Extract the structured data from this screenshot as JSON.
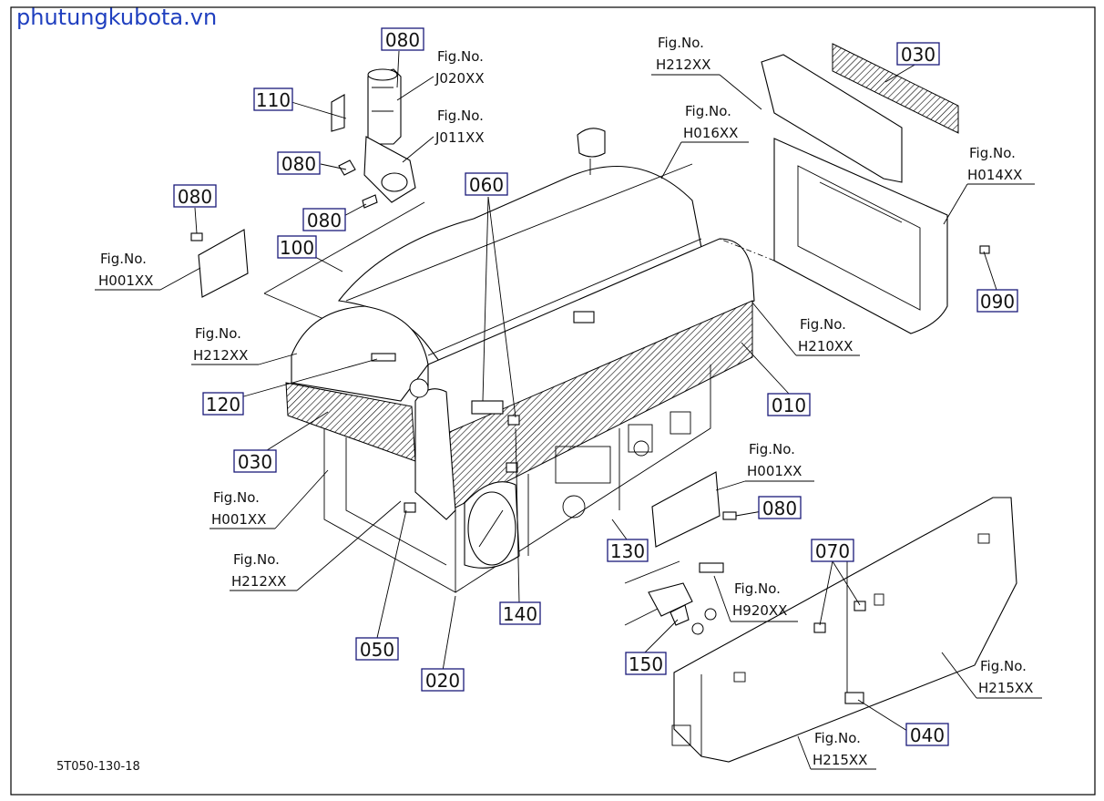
{
  "watermark": "phutungkubota.vn",
  "document_code": "5T050-130-18",
  "callouts": [
    {
      "id": "c080a",
      "label": "080"
    },
    {
      "id": "c110",
      "label": "110"
    },
    {
      "id": "c080b",
      "label": "080"
    },
    {
      "id": "c080c",
      "label": "080"
    },
    {
      "id": "c080d",
      "label": "080"
    },
    {
      "id": "c100",
      "label": "100"
    },
    {
      "id": "c060",
      "label": "060"
    },
    {
      "id": "c030a",
      "label": "030"
    },
    {
      "id": "c090",
      "label": "090"
    },
    {
      "id": "c120",
      "label": "120"
    },
    {
      "id": "c010",
      "label": "010"
    },
    {
      "id": "c030b",
      "label": "030"
    },
    {
      "id": "c080e",
      "label": "080"
    },
    {
      "id": "c130",
      "label": "130"
    },
    {
      "id": "c070",
      "label": "070"
    },
    {
      "id": "c140",
      "label": "140"
    },
    {
      "id": "c150",
      "label": "150"
    },
    {
      "id": "c050",
      "label": "050"
    },
    {
      "id": "c020",
      "label": "020"
    },
    {
      "id": "c040",
      "label": "040"
    }
  ],
  "fig_refs": [
    {
      "id": "f1",
      "line1": "Fig.No.",
      "line2": "J020XX"
    },
    {
      "id": "f2",
      "line1": "Fig.No.",
      "line2": "J011XX"
    },
    {
      "id": "f3",
      "line1": "Fig.No.",
      "line2": "H001XX"
    },
    {
      "id": "f4",
      "line1": "Fig.No.",
      "line2": "H212XX"
    },
    {
      "id": "f5",
      "line1": "Fig.No.",
      "line2": "H016XX"
    },
    {
      "id": "f6",
      "line1": "Fig.No.",
      "line2": "H014XX"
    },
    {
      "id": "f7",
      "line1": "Fig.No.",
      "line2": "H212XX"
    },
    {
      "id": "f8",
      "line1": "Fig.No.",
      "line2": "H210XX"
    },
    {
      "id": "f9",
      "line1": "Fig.No.",
      "line2": "H001XX"
    },
    {
      "id": "f10",
      "line1": "Fig.No.",
      "line2": "H001XX"
    },
    {
      "id": "f11",
      "line1": "Fig.No.",
      "line2": "H212XX"
    },
    {
      "id": "f12",
      "line1": "Fig.No.",
      "line2": "H920XX"
    },
    {
      "id": "f13",
      "line1": "Fig.No.",
      "line2": "H215XX"
    },
    {
      "id": "f14",
      "line1": "Fig.No.",
      "line2": "H215XX"
    }
  ]
}
